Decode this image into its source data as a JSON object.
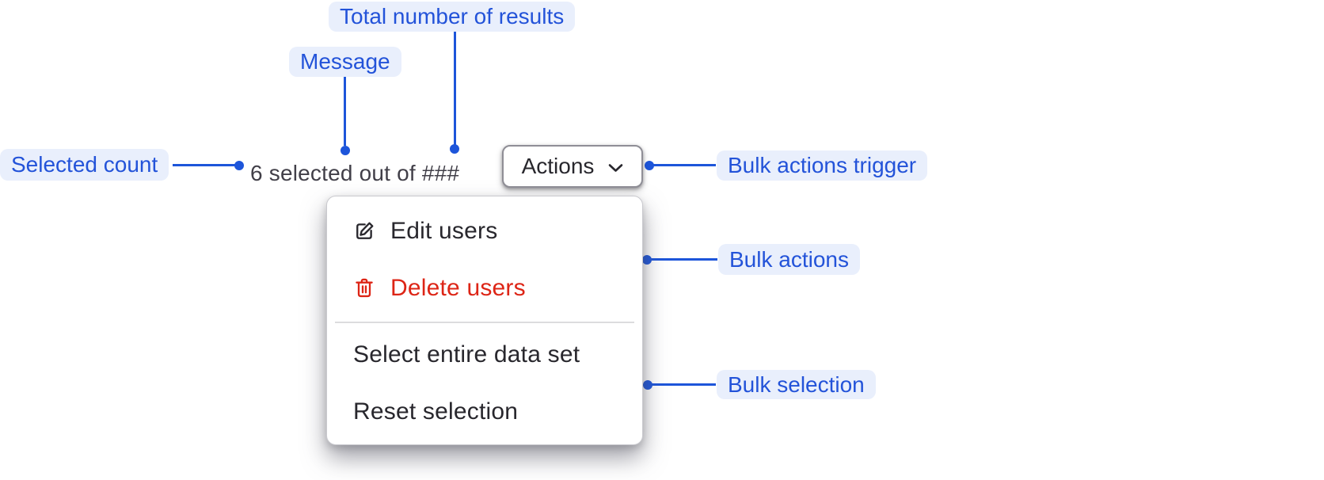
{
  "colors": {
    "annotation_blue": "#2353d9",
    "annotation_pill_bg": "#e9effc",
    "connector_blue": "#1d55da",
    "message_text": "#413f48",
    "menu_text": "#28272d",
    "danger_red": "#dd2516",
    "button_border": "#8f8e96",
    "divider": "#dcdcde",
    "panel_bg": "#ffffff"
  },
  "annotations": {
    "total_results": {
      "label": "Total number of results"
    },
    "message": {
      "label": "Message"
    },
    "selected_count": {
      "label": "Selected count"
    },
    "bulk_actions_trigger": {
      "label": "Bulk actions trigger"
    },
    "bulk_actions": {
      "label": "Bulk actions"
    },
    "bulk_selection": {
      "label": "Bulk selection"
    }
  },
  "toolbar": {
    "selection_message": "6 selected out of ###",
    "selected_count_value": "6",
    "total_results_placeholder": "###",
    "actions_button_label": "Actions"
  },
  "menu": {
    "items": [
      {
        "label": "Edit users",
        "icon": "pencil-square-icon",
        "variant": "default"
      },
      {
        "label": "Delete users",
        "icon": "trash-icon",
        "variant": "danger"
      },
      {
        "label": "Select entire data set",
        "icon": null,
        "variant": "default"
      },
      {
        "label": "Reset selection",
        "icon": null,
        "variant": "default"
      }
    ]
  }
}
